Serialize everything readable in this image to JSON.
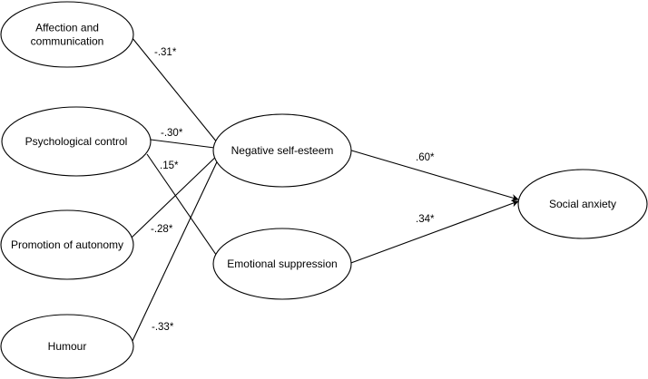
{
  "nodes": {
    "affection": {
      "label_lines": [
        "Affection and",
        "communication"
      ]
    },
    "psych_control": {
      "label_lines": [
        "Psychological control"
      ]
    },
    "autonomy": {
      "label_lines": [
        "Promotion of autonomy"
      ]
    },
    "humour": {
      "label_lines": [
        "Humour"
      ]
    },
    "self_esteem": {
      "label_lines": [
        "Negative self-esteem"
      ]
    },
    "suppression": {
      "label_lines": [
        "Emotional suppression"
      ]
    },
    "anxiety": {
      "label_lines": [
        "Social anxiety"
      ]
    }
  },
  "edges": [
    {
      "id": "affection_to_self_esteem",
      "from": "affection",
      "to": "self_esteem",
      "label": "-.31*"
    },
    {
      "id": "psych_control_to_self_esteem",
      "from": "psych_control",
      "to": "self_esteem",
      "label": "-.30*"
    },
    {
      "id": "psych_control_to_suppression",
      "from": "psych_control",
      "to": "suppression",
      "label": ".15*"
    },
    {
      "id": "autonomy_to_self_esteem",
      "from": "autonomy",
      "to": "self_esteem",
      "label": "-.28*"
    },
    {
      "id": "humour_to_self_esteem",
      "from": "humour",
      "to": "self_esteem",
      "label": "-.33*"
    },
    {
      "id": "self_esteem_to_anxiety",
      "from": "self_esteem",
      "to": "anxiety",
      "label": ".60*"
    },
    {
      "id": "suppression_to_anxiety",
      "from": "suppression",
      "to": "anxiety",
      "label": ".34*"
    }
  ],
  "colors": {
    "stroke": "#000000",
    "background": "#ffffff"
  }
}
